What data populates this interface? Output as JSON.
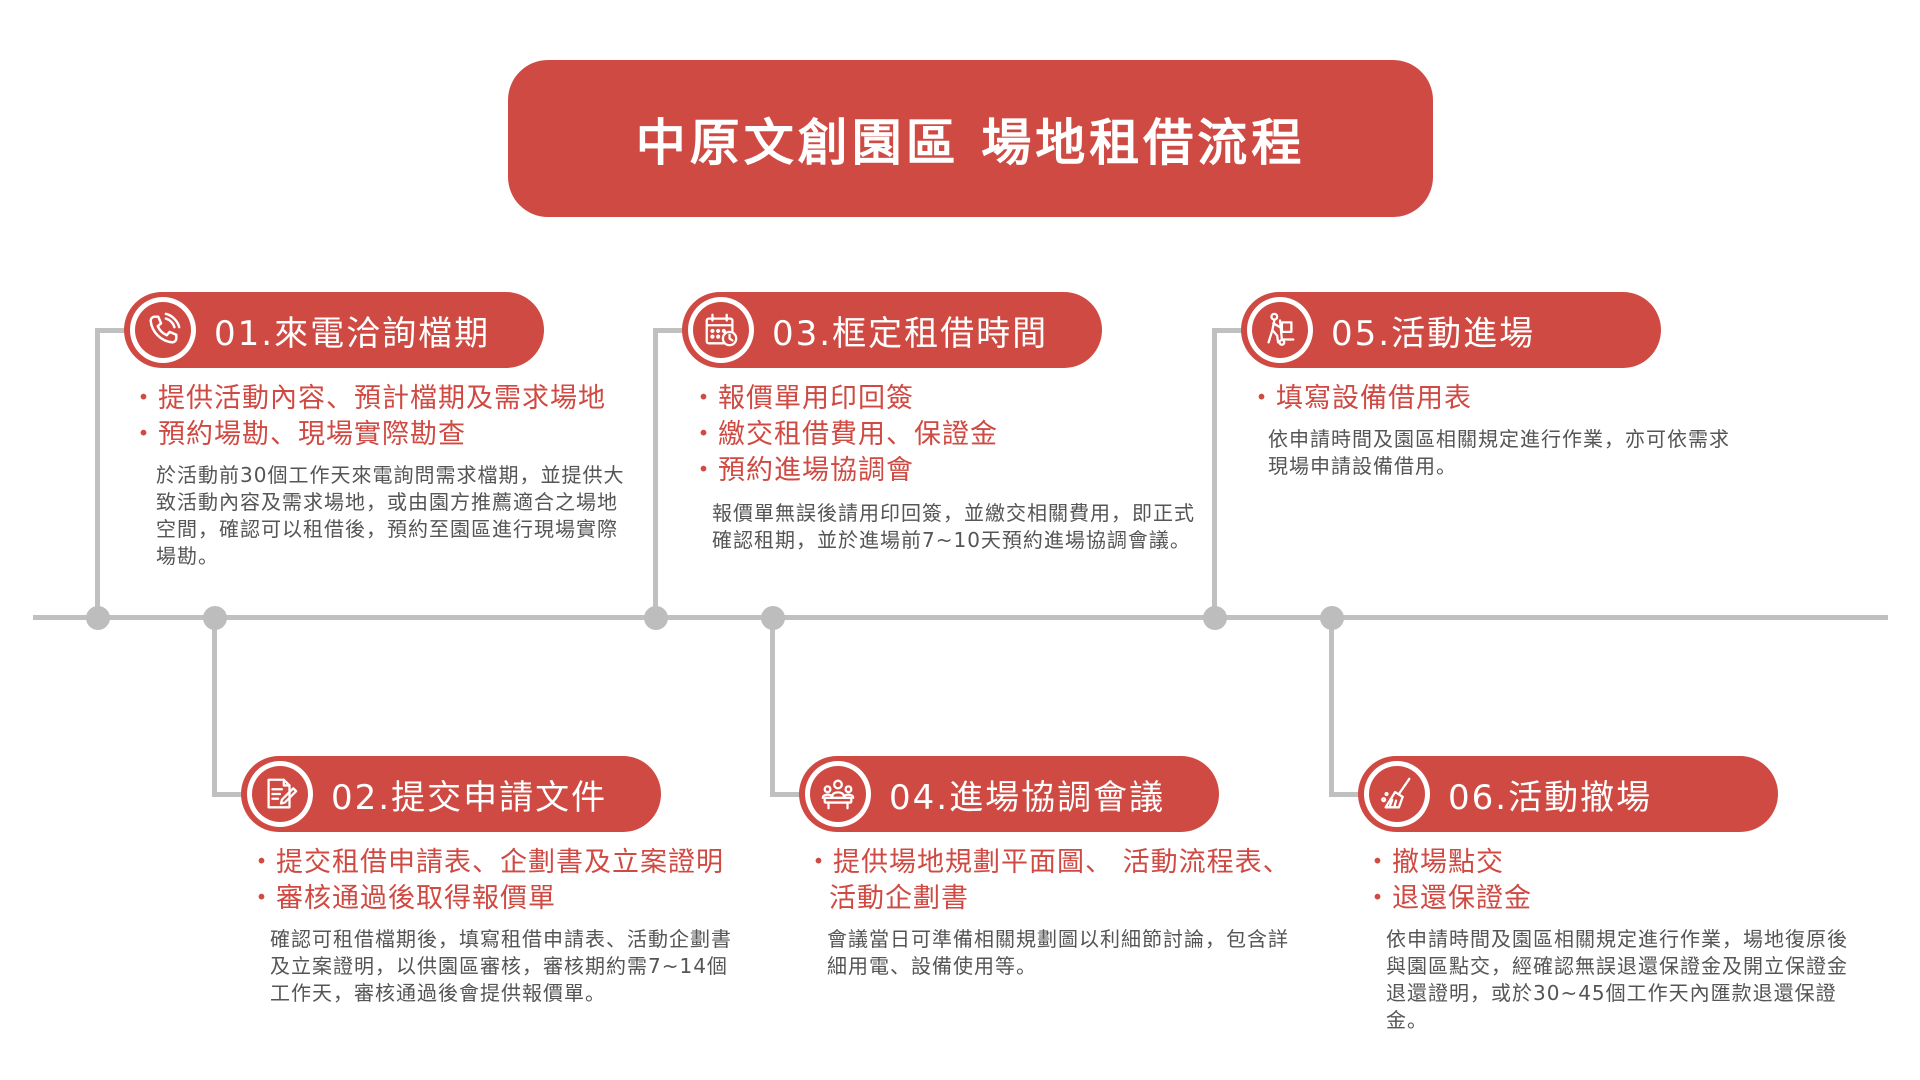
{
  "title": "中原文創園區 場地租借流程",
  "colors": {
    "accent": "#cf4a42",
    "line": "#c0c0c0",
    "text": "#555555"
  },
  "steps": [
    {
      "label": "01.來電洽詢檔期",
      "icon": "phone-icon",
      "bullets": [
        "・提供活動內容、預計檔期及需求場地",
        "・預約場勘、現場實際勘查"
      ],
      "description": "於活動前30個工作天來電詢問需求檔期，並提供大致活動內容及需求場地，或由園方推薦適合之場地空間，確認可以租借後，預約至園區進行現場實際場勘。"
    },
    {
      "label": "02.提交申請文件",
      "icon": "document-pen-icon",
      "bullets": [
        "・提交租借申請表、企劃書及立案證明",
        "・審核通過後取得報價單"
      ],
      "description": "確認可租借檔期後，填寫租借申請表、活動企劃書及立案證明，以供園區審核，審核期約需7~14個工作天，審核通過後會提供報價單。"
    },
    {
      "label": "03.框定租借時間",
      "icon": "calendar-clock-icon",
      "bullets": [
        "・報價單用印回簽",
        "・繳交租借費用、保證金",
        "・預約進場協調會"
      ],
      "description": "報價單無誤後請用印回簽，並繳交相關費用，即正式確認租期，並於進場前7~10天預約進場協調會議。"
    },
    {
      "label": "04.進場協調會議",
      "icon": "meeting-icon",
      "bullets": [
        "・提供場地規劃平面圖、 活動流程表、",
        "活動企劃書"
      ],
      "description": "會議當日可準備相關規劃圖以利細節討論，包含詳細用電、設備使用等。"
    },
    {
      "label": "05.活動進場",
      "icon": "hand-truck-icon",
      "bullets": [
        "・填寫設備借用表"
      ],
      "description": "依申請時間及園區相關規定進行作業，亦可依需求現場申請設備借用。"
    },
    {
      "label": "06.活動撤場",
      "icon": "broom-icon",
      "bullets": [
        "・撤場點交",
        "・退還保證金"
      ],
      "description": "依申請時間及園區相關規定進行作業，場地復原後與園區點交，經確認無誤退還保證金及開立保證金退還證明，或於30~45個工作天內匯款退還保證金。"
    }
  ]
}
